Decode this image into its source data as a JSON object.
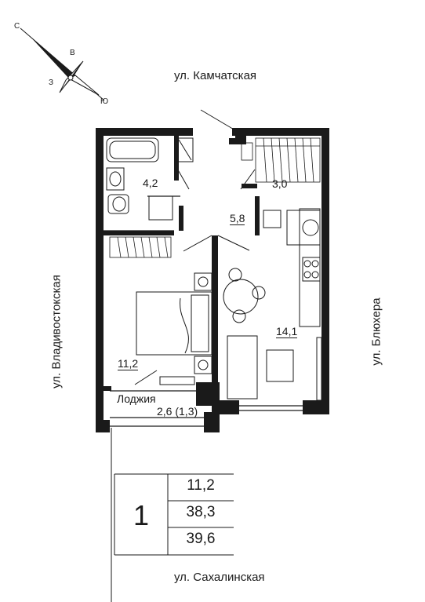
{
  "streets": {
    "top": "ул. Камчатская",
    "bottom": "ул. Сахалинская",
    "left": "ул. Владивостокская",
    "right": "ул. Блюхера"
  },
  "compass": {
    "n": "С",
    "s": "Ю",
    "e": "В",
    "w": "З"
  },
  "rooms": {
    "bathroom": "4,2",
    "hall": "5,8",
    "closet": "3,0",
    "kitchen_living": "14,1",
    "bedroom": "11,2",
    "loggia_name": "Лоджия",
    "loggia_area": "2,6 (1,3)"
  },
  "summary": {
    "rooms_count": "1",
    "living_area": "11,2",
    "total_area": "38,3",
    "total_with_loggia": "39,6"
  }
}
